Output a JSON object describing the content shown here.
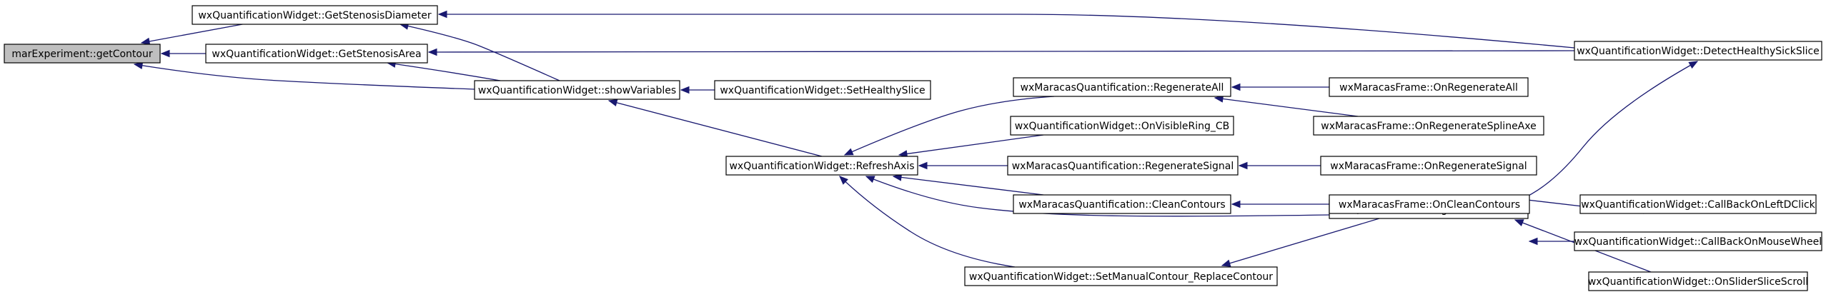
{
  "graph": {
    "nodes": [
      {
        "id": "n0",
        "label": "marExperiment::getContour",
        "root": true
      },
      {
        "id": "n1",
        "label": "wxQuantificationWidget::GetStenosisDiameter"
      },
      {
        "id": "n2",
        "label": "wxQuantificationWidget::GetStenosisArea"
      },
      {
        "id": "n3",
        "label": "wxQuantificationWidget::showVariables"
      },
      {
        "id": "n4",
        "label": "wxQuantificationWidget::DetectHealthySickSlice"
      },
      {
        "id": "n5",
        "label": "wxQuantificationWidget::SetHealthySlice"
      },
      {
        "id": "n6",
        "label": "wxQuantificationWidget::RefreshAxis"
      },
      {
        "id": "n7",
        "label": "wxMaracasQuantification::RegenerateAll"
      },
      {
        "id": "n8",
        "label": "wxQuantificationWidget::OnVisibleRing_CB"
      },
      {
        "id": "n9",
        "label": "wxMaracasQuantification::RegenerateSignal"
      },
      {
        "id": "n10",
        "label": "wxMaracasQuantification::CleanContours"
      },
      {
        "id": "n11",
        "label": "wxQuantificationWidget::MoveSlider"
      },
      {
        "id": "n12",
        "label": "wxQuantificationWidget::SetManualContour_ReplaceContour"
      },
      {
        "id": "n13",
        "label": "wxMaracasFrame::OnRegenerateAll"
      },
      {
        "id": "n14",
        "label": "wxMaracasFrame::OnRegenerateSplineAxe"
      },
      {
        "id": "n15",
        "label": "wxMaracasFrame::OnRegenerateSignal"
      },
      {
        "id": "n16",
        "label": "wxMaracasFrame::OnCleanContours"
      },
      {
        "id": "n17",
        "label": "wxQuantificationWidget::CallBackOnLeftDClick"
      },
      {
        "id": "n18",
        "label": "wxQuantificationWidget::CallBackOnMouseWheel"
      },
      {
        "id": "n19",
        "label": "wxQuantificationWidget::OnSliderSliceScroll"
      }
    ],
    "edges": [
      {
        "from": "n1",
        "to": "n0"
      },
      {
        "from": "n2",
        "to": "n0"
      },
      {
        "from": "n3",
        "to": "n0"
      },
      {
        "from": "n3",
        "to": "n1"
      },
      {
        "from": "n3",
        "to": "n2"
      },
      {
        "from": "n4",
        "to": "n1"
      },
      {
        "from": "n4",
        "to": "n2"
      },
      {
        "from": "n5",
        "to": "n3"
      },
      {
        "from": "n6",
        "to": "n3"
      },
      {
        "from": "n7",
        "to": "n6"
      },
      {
        "from": "n8",
        "to": "n6"
      },
      {
        "from": "n9",
        "to": "n6"
      },
      {
        "from": "n10",
        "to": "n6"
      },
      {
        "from": "n11",
        "to": "n6"
      },
      {
        "from": "n12",
        "to": "n6"
      },
      {
        "from": "n13",
        "to": "n7"
      },
      {
        "from": "n14",
        "to": "n7"
      },
      {
        "from": "n15",
        "to": "n9"
      },
      {
        "from": "n16",
        "to": "n10"
      },
      {
        "from": "n11",
        "to": "n4"
      },
      {
        "from": "n11",
        "to": "n12"
      },
      {
        "from": "n17",
        "to": "n11"
      },
      {
        "from": "n18",
        "to": "n11"
      },
      {
        "from": "n19",
        "to": "n11"
      }
    ]
  }
}
